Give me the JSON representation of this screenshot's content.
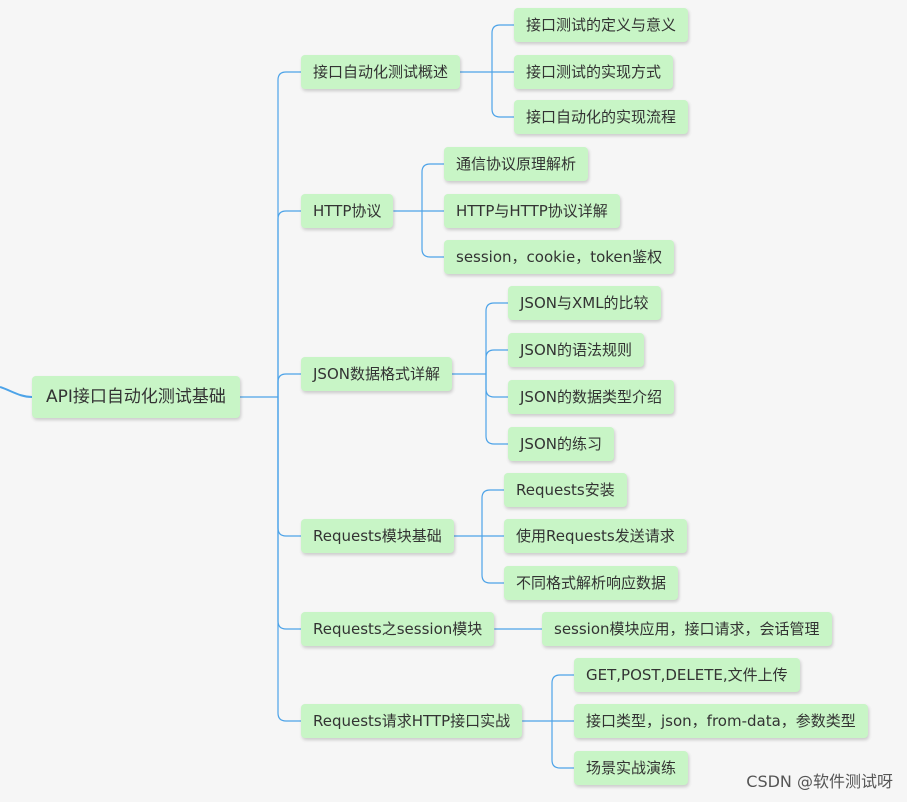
{
  "root": {
    "label": "API接口自动化测试基础"
  },
  "branches": [
    {
      "label": "接口自动化测试概述",
      "children": [
        "接口测试的定义与意义",
        "接口测试的实现方式",
        "接口自动化的实现流程"
      ]
    },
    {
      "label": "HTTP协议",
      "children": [
        "通信协议原理解析",
        "HTTP与HTTP协议详解",
        "session，cookie，token鉴权"
      ]
    },
    {
      "label": "JSON数据格式详解",
      "children": [
        "JSON与XML的比较",
        "JSON的语法规则",
        "JSON的数据类型介绍",
        "JSON的练习"
      ]
    },
    {
      "label": "Requests模块基础",
      "children": [
        "Requests安装",
        "使用Requests发送请求",
        "不同格式解析响应数据"
      ]
    },
    {
      "label": "Requests之session模块",
      "children": [
        "session模块应用，接口请求，会话管理"
      ]
    },
    {
      "label": "Requests请求HTTP接口实战",
      "children": [
        "GET,POST,DELETE,文件上传",
        "接口类型，json，from-data，参数类型",
        "场景实战演练"
      ]
    }
  ],
  "watermark": "CSDN @软件测试呀",
  "colors": {
    "node_fill": "#c8f5c6",
    "connector": "#4da3e8",
    "background": "#f6f6f6"
  }
}
